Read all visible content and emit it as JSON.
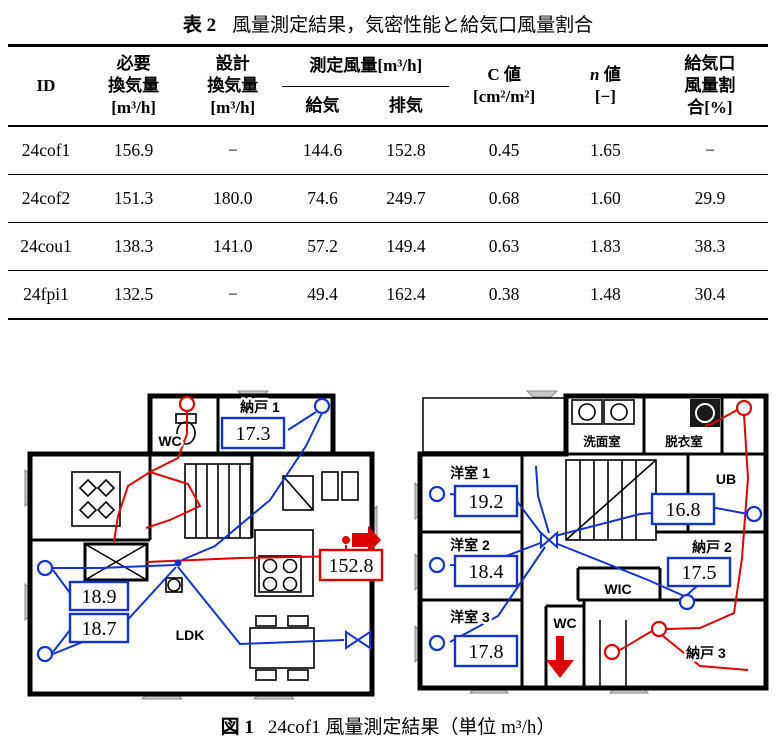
{
  "accent_colors": {
    "red": "#dd0000",
    "blue": "#1433cc"
  },
  "table": {
    "title_label": "表 2",
    "title": "風量測定結果，気密性能と給気口風量割合",
    "headers": {
      "id": "ID",
      "required": "必要\n換気量\n[m³/h]",
      "design": "設計\n換気量\n[m³/h]",
      "measured": "測定風量[m³/h]",
      "supply": "給気",
      "exhaust": "排気",
      "c_value": "C 値\n[cm²/m²]",
      "n_italic": "n",
      "n_label": " 値",
      "n_unit": "[−]",
      "inlet_ratio": "給気口\n風量割\n合[%]"
    },
    "rows": [
      {
        "id": "24cof1",
        "required": "156.9",
        "design": "−",
        "supply": "144.6",
        "exhaust": "152.8",
        "c": "0.45",
        "n": "1.65",
        "ratio": "−"
      },
      {
        "id": "24cof2",
        "required": "151.3",
        "design": "180.0",
        "supply": "74.6",
        "exhaust": "249.7",
        "c": "0.68",
        "n": "1.60",
        "ratio": "29.9"
      },
      {
        "id": "24cou1",
        "required": "138.3",
        "design": "141.0",
        "supply": "57.2",
        "exhaust": "149.4",
        "c": "0.63",
        "n": "1.83",
        "ratio": "38.3"
      },
      {
        "id": "24fpi1",
        "required": "132.5",
        "design": "−",
        "supply": "49.4",
        "exhaust": "162.4",
        "c": "0.38",
        "n": "1.48",
        "ratio": "30.4"
      }
    ]
  },
  "figure": {
    "caption_label": "図 1",
    "caption": "24cof1 風量測定結果（単位 m³/h）",
    "floor1": {
      "labels": {
        "wc": "WC",
        "nando1": "納戸 1",
        "ldk": "LDK"
      },
      "values": {
        "nando1": "17.3",
        "exhaust_main": "152.8",
        "supply_a": "18.9",
        "supply_b": "18.7"
      }
    },
    "floor2": {
      "labels": {
        "senmen": "洗面室",
        "datsui": "脱衣室",
        "yo1": "洋室 1",
        "ub": "UB",
        "yo2": "洋室 2",
        "nando2": "納戸 2",
        "yo3": "洋室 3",
        "wic": "WIC",
        "wc": "WC",
        "nando3": "納戸 3"
      },
      "values": {
        "yo1": "19.2",
        "ub": "16.8",
        "yo2": "18.4",
        "nando2": "17.5",
        "yo3": "17.8"
      }
    }
  }
}
